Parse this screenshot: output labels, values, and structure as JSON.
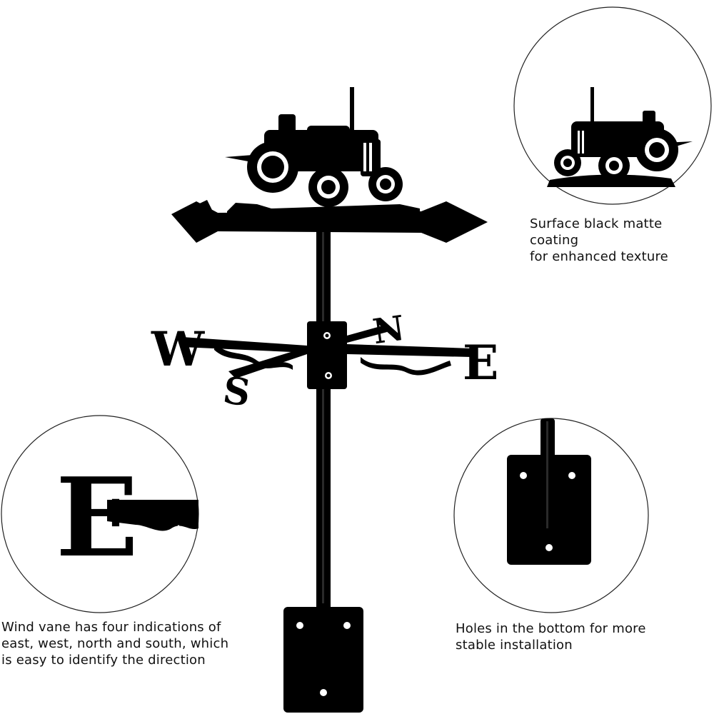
{
  "captions": {
    "coating": "Surface black matte coating\n for enhanced texture",
    "directions": "Wind vane has four indications of\neast, west, north and south, which\nis easy to identify the direction",
    "holes": "Holes in the bottom for more\n stable installation"
  },
  "compass": {
    "west": "W",
    "east": "E",
    "north": "N",
    "south": "S"
  },
  "detail_letter": "E",
  "colors": {
    "metal": "#000000",
    "circle_outline": "#222222",
    "background": "#ffffff"
  }
}
